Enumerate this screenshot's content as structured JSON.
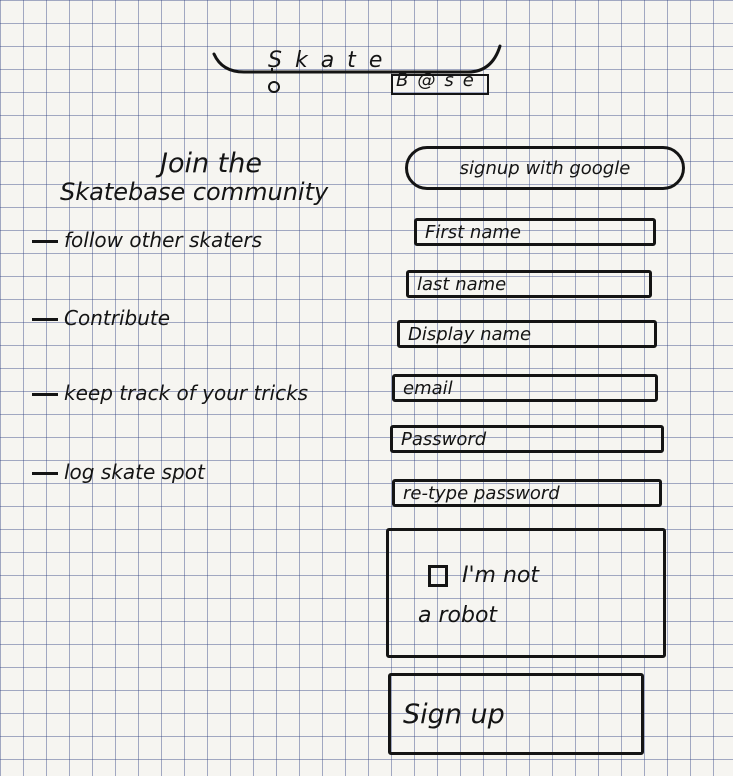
{
  "logo": {
    "top_word": "Skate",
    "bottom_word": "B@se"
  },
  "intro": {
    "title": "Join the",
    "subtitle": "Skatebase community"
  },
  "benefits": [
    "follow other skaters",
    "Contribute",
    "keep track of your tricks",
    "log skate spot"
  ],
  "google_button": {
    "label": "signup with google"
  },
  "form": {
    "first_name": "First name",
    "last_name": "last name",
    "display_name": "Display name",
    "email": "email",
    "password": "Password",
    "retype_password": "re-type password"
  },
  "captcha": {
    "line1": "I'm not",
    "line2": "a robot"
  },
  "signup_button": {
    "label": "Sign up"
  }
}
